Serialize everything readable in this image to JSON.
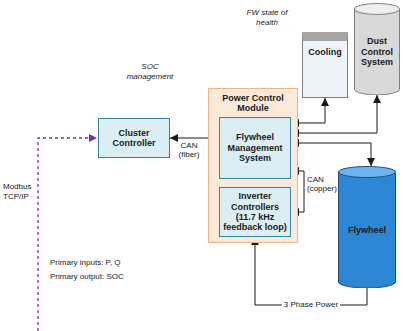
{
  "diagram": {
    "nodes": [
      {
        "text": [
          "Cluster Controller"
        ]
      },
      {
        "text": [
          "Power Control Module"
        ]
      },
      {
        "text": [
          "Flywheel Management System"
        ],
        "in": 1
      },
      {
        "text": [
          "Inverter Controllers (11.7 kHz feedback loop)"
        ],
        "in": 1
      },
      {
        "text": [
          "Cooling"
        ]
      },
      {
        "text": [
          "Dust Control System"
        ]
      },
      {
        "text": [
          "Flywheel"
        ]
      }
    ],
    "edges": [
      {
        "from": 0,
        "to": 2,
        "label": "CAN (fiber)",
        "arrow": "both"
      },
      {
        "from": 2,
        "to": 4,
        "arrow": "both"
      },
      {
        "from": 2,
        "to": 5,
        "arrow": "both"
      },
      {
        "from": 2,
        "to": 6,
        "arrow": "both"
      },
      {
        "from": 2,
        "to": 3,
        "label": "CAN (copper)",
        "arrow": "both"
      },
      {
        "from": 6,
        "to": 3,
        "label": "3 Phase Power",
        "arrow": "to"
      }
    ],
    "labels": [
      "SOC management",
      "FW state of health",
      "Modbus TCP/IP",
      "Primary inputs: P, Q",
      "Primary output: SOC"
    ]
  }
}
